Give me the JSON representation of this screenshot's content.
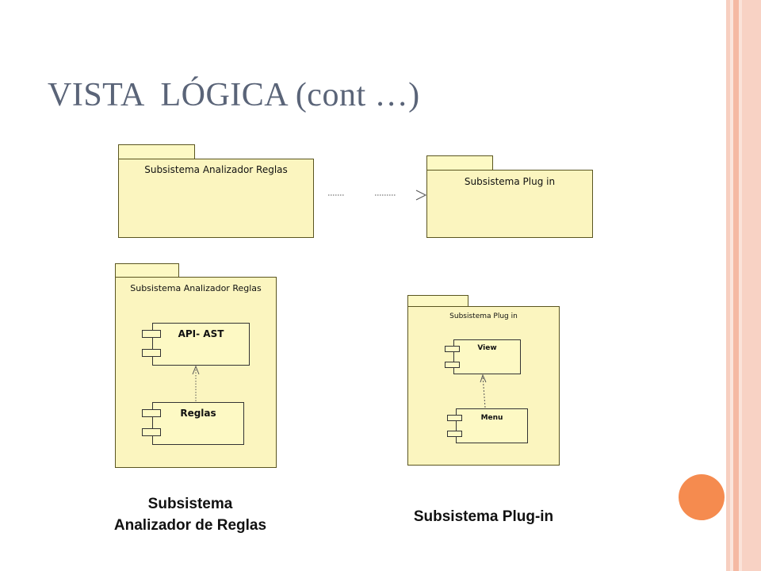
{
  "slide": {
    "title": "VISTA  LÓGICA (cont …)"
  },
  "diagram": {
    "packages": {
      "analizador_top": "Subsistema Analizador Reglas",
      "plugin_top": "Subsistema Plug in",
      "analizador_detail": "Subsistema Analizador Reglas",
      "plugin_detail": "Subsistema Plug in"
    },
    "components": {
      "api_ast": "API- AST",
      "reglas": "Reglas",
      "view": "View",
      "menu": "Menu"
    }
  },
  "captions": {
    "analizador_line1": "Subsistema",
    "analizador_line2": "Analizador de Reglas",
    "plugin": "Subsistema Plug-in"
  },
  "colors": {
    "title": "#5a6478",
    "package_fill": "#fbf5bf",
    "accent_circle": "#f58b4f",
    "border_stripe": "#f5b9a3"
  }
}
